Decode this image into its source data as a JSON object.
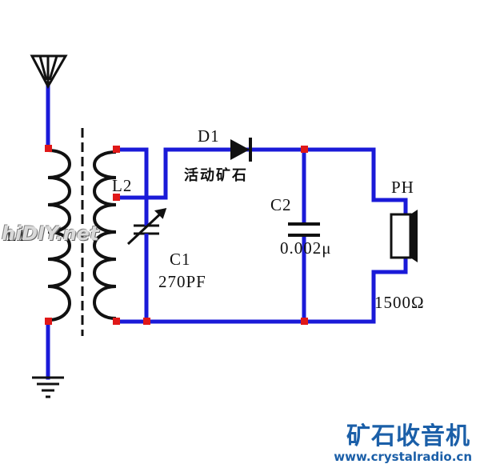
{
  "labels": {
    "l1": "L1",
    "l2": "L2",
    "d1": "D1",
    "d1_desc": "活动矿石",
    "c1": "C1",
    "c1_value": "270PF",
    "c2": "C2",
    "c2_value": "0.002μ",
    "ph": "PH",
    "ph_value": "1500Ω"
  },
  "watermark": "hiDIY.net",
  "brand": {
    "title": "矿石收音机",
    "url": "www.crystalradio.cn"
  },
  "colors": {
    "wire": "#1a1ad8",
    "junction": "#e01818",
    "component": "#111111",
    "brand": "#1b5fa8"
  },
  "icons": [
    "antenna-icon",
    "ground-icon",
    "diode-icon",
    "capacitor-icon",
    "variable-capacitor-icon",
    "coil-icon",
    "headphone-icon"
  ]
}
